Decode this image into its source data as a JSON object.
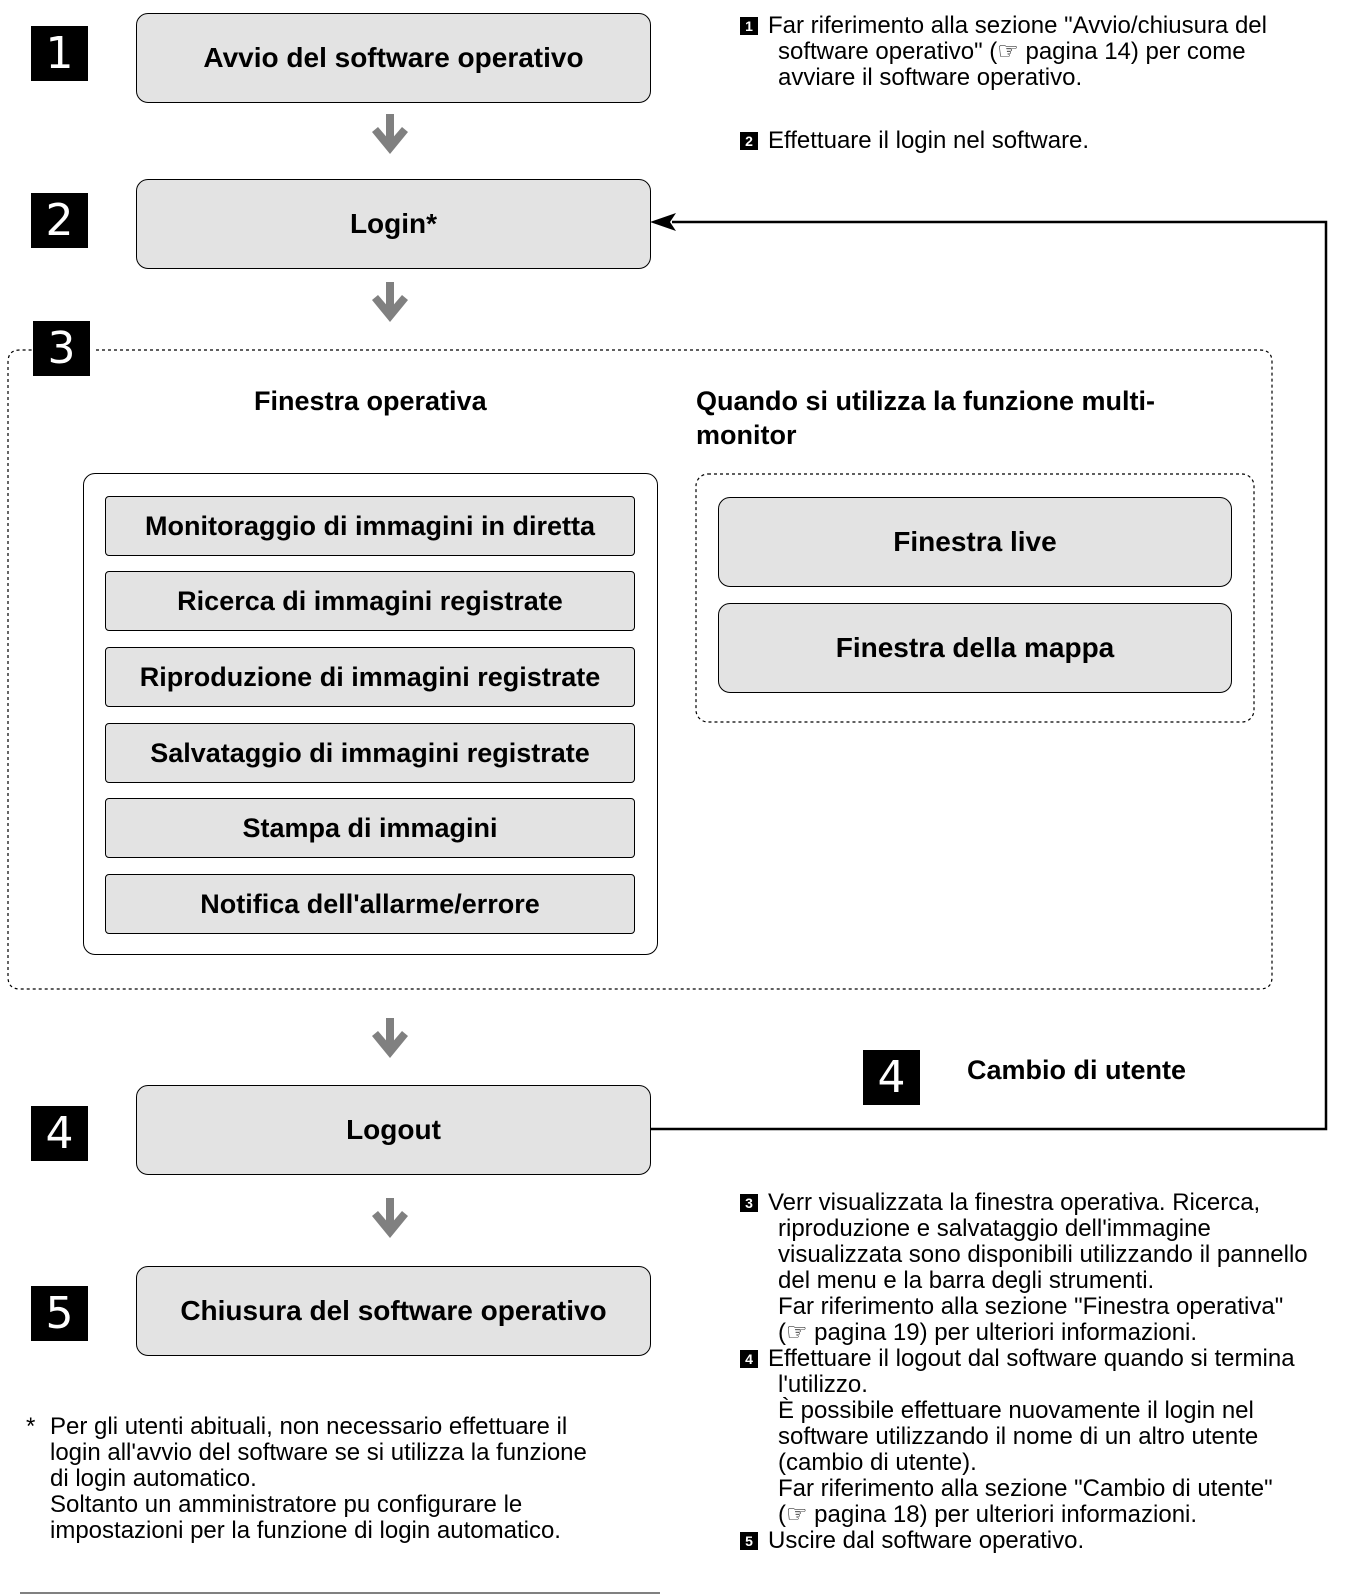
{
  "steps": [
    {
      "number": "1",
      "label": "Avvio del software operativo"
    },
    {
      "number": "2",
      "label": "Login*"
    },
    {
      "number": "3"
    },
    {
      "number": "4",
      "label": "Logout"
    },
    {
      "number": "5",
      "label": "Chiusura del software operativo"
    }
  ],
  "operation_window": {
    "heading": "Finestra operativa",
    "functions": [
      "Monitoraggio di immagini in diretta",
      "Ricerca di immagini registrate",
      "Riproduzione di immagini registrate",
      "Salvataggio di immagini registrate",
      "Stampa di immagini",
      "Notifica dell'allarme/errore"
    ]
  },
  "multi_monitor": {
    "heading": "Quando si utilizza la funzione multi-monitor",
    "windows": [
      "Finestra live",
      "Finestra della mappa"
    ]
  },
  "user_change": {
    "number": "4",
    "label": "Cambio di utente"
  },
  "notes": {
    "n1": {
      "marker": "1",
      "lines": [
        "Far riferimento alla sezione \"Avvio/chiusura del",
        "software operativo\" (☞ pagina 14) per come",
        "avviare il software operativo."
      ]
    },
    "n2": {
      "marker": "2",
      "lines": [
        "Effettuare il login nel software."
      ]
    },
    "n3": {
      "marker": "3",
      "lines": [
        "Verr visualizzata la finestra operativa. Ricerca,",
        "riproduzione e salvataggio dell'immagine",
        "visualizzata sono disponibili utilizzando il pannello",
        "del menu e la barra degli strumenti.",
        "Far riferimento alla sezione \"Finestra operativa\"",
        "(☞ pagina 19) per ulteriori informazioni."
      ]
    },
    "n4": {
      "marker": "4",
      "lines": [
        "Effettuare il logout dal software quando si termina",
        "l'utilizzo.",
        "È possibile effettuare nuovamente il login nel",
        "software utilizzando il nome di un altro utente",
        "(cambio di utente).",
        "Far riferimento alla sezione \"Cambio di utente\"",
        "(☞ pagina 18) per ulteriori informazioni."
      ]
    },
    "n5": {
      "marker": "5",
      "lines": [
        "Uscire dal software operativo."
      ]
    }
  },
  "footnote": {
    "asterisk": "*",
    "lines": [
      "Per gli utenti abituali, non necessario effettuare il",
      "login all'avvio del software se si utilizza la funzione",
      "di login automatico.",
      "Soltanto un amministratore pu configurare le",
      "impostazioni per la funzione di login automatico."
    ]
  },
  "colors": {
    "box_fill": "#e3e3e3",
    "arrow": "#808080",
    "marker": "#000000"
  }
}
